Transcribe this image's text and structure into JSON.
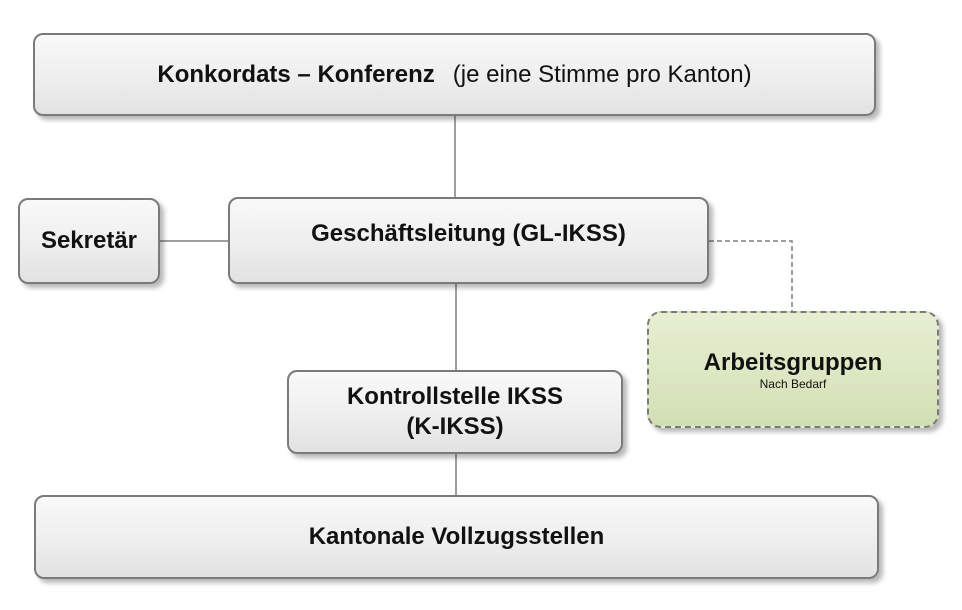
{
  "boxes": {
    "konferenz": {
      "title": "Konkordats – Konferenz",
      "note": "(je eine Stimme pro Kanton)"
    },
    "sekretaer": {
      "title": "Sekretär"
    },
    "geschaeftsleitung": {
      "title": "Geschäftsleitung (GL-IKSS)"
    },
    "kontrollstelle": {
      "line1": "Kontrollstelle IKSS",
      "line2": "(K-IKSS)"
    },
    "arbeitsgruppen": {
      "title": "Arbeitsgruppen",
      "subtitle": "Nach Bedarf"
    },
    "vollzugsstellen": {
      "title": "Kantonale Vollzugsstellen"
    }
  },
  "colors": {
    "box_border": "#7a7a7a",
    "connector": "#7f7f7f",
    "arbeitsgruppen_fill": "#dbe6c1"
  }
}
